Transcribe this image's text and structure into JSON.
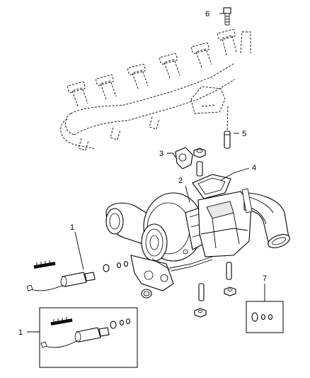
{
  "callouts": {
    "c1_top": "1",
    "c1_bottom": "1",
    "c2": "2",
    "c3": "3",
    "c4": "4",
    "c5": "5",
    "c6": "6",
    "c7": "7"
  }
}
